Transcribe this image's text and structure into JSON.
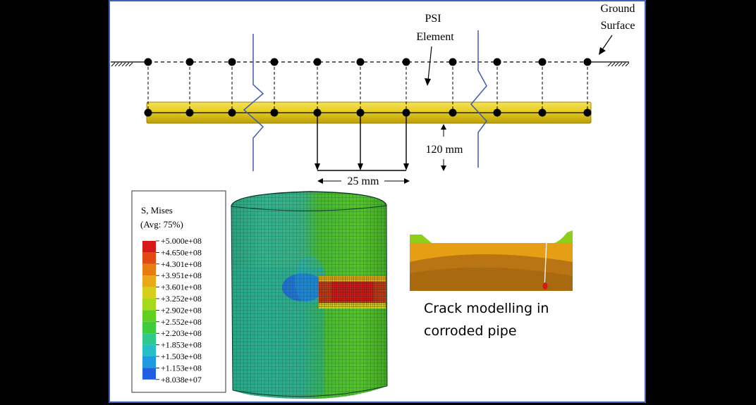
{
  "labels": {
    "ground_surface_line1": "Ground",
    "ground_surface_line2": "Surface",
    "psi_line1": "PSI",
    "psi_line2": "Element",
    "spacing": "25 mm",
    "diameter": "120 mm"
  },
  "legend": {
    "title_line1": "S, Mises",
    "title_line2": "(Avg: 75%)",
    "values": [
      "+5.000e+08",
      "+4.650e+08",
      "+4.301e+08",
      "+3.951e+08",
      "+3.601e+08",
      "+3.252e+08",
      "+2.902e+08",
      "+2.552e+08",
      "+2.203e+08",
      "+1.853e+08",
      "+1.503e+08",
      "+1.153e+08",
      "+8.038e+07"
    ],
    "colors": [
      "#d81818",
      "#e24a10",
      "#e77d10",
      "#e9a818",
      "#d6cf1a",
      "#a7d81c",
      "#5fcf22",
      "#3fcb3a",
      "#30c98b",
      "#26bfc6",
      "#1e9be0",
      "#1f5fe0",
      "#1b2ed6"
    ]
  },
  "caption": {
    "line1": "Crack modelling in",
    "line2": "corroded pipe"
  },
  "colors": {
    "pipe": "#e3cd22",
    "pipe_dark": "#b89c0a",
    "frame": "#3f63b4",
    "break_line": "#3f5bb0"
  }
}
